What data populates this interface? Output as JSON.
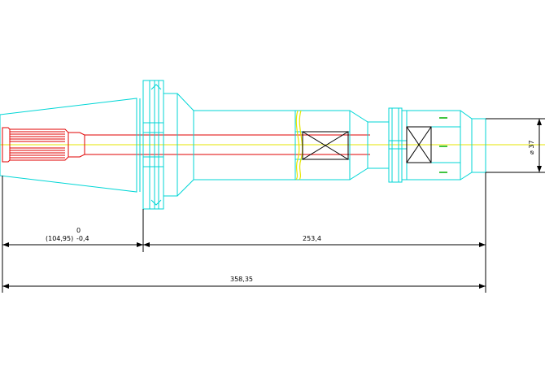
{
  "colors": {
    "outline": "#00d6d6",
    "insert": "#e00000",
    "centerline": "#e6e600",
    "dimension": "#000000",
    "mark": "#00b000"
  },
  "dimensions": {
    "left_nominal": "(104,95)",
    "left_tol_upper": "0",
    "left_tol_lower": "-0,4",
    "right_length": "253,4",
    "total_length": "358,35",
    "diameter": "⌀ 37"
  }
}
